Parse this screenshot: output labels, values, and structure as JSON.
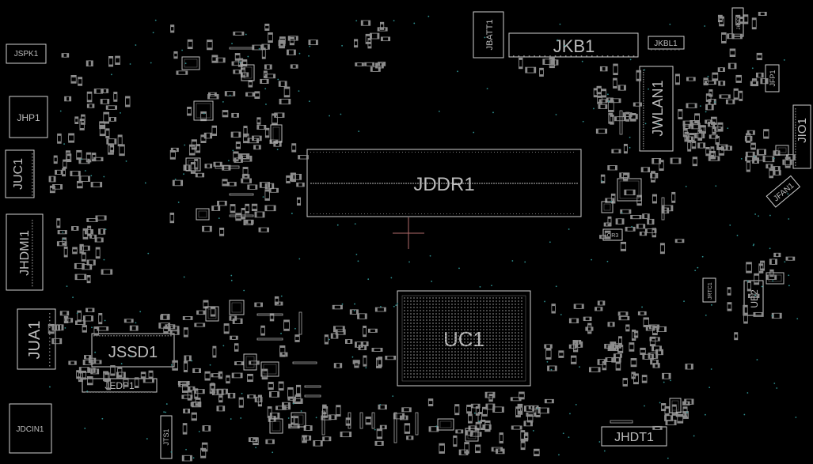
{
  "board": {
    "background": "#000000",
    "outline_color": "#cfcfcf",
    "label_color": "#bdbdbd",
    "via_color": "#2e8f8f"
  },
  "components": {
    "jspk1": "JSPK1",
    "jhp1": "JHP1",
    "juc1": "JUC1",
    "jhdmi1": "JHDMI1",
    "jua1": "JUA1",
    "jdcin1": "JDCIN1",
    "jssd1": "JSSD1",
    "jedp1": "JEDP1",
    "jts1": "JTS1",
    "jbatt1": "JBATT1",
    "jkb1": "JKB1",
    "jkbl1": "JKBL1",
    "jwlan1": "JWLAN1",
    "jddr1": "JDDR1",
    "uc1": "UC1",
    "jhdt1": "JHDT1",
    "jfp1": "JFP1",
    "jio1": "JIO1",
    "jfan1": "JFAN1",
    "jrtc1": "JRTC1",
    "ub2": "UB2",
    "jhsd1": "JHSD1",
    "qr3": "QR3"
  }
}
